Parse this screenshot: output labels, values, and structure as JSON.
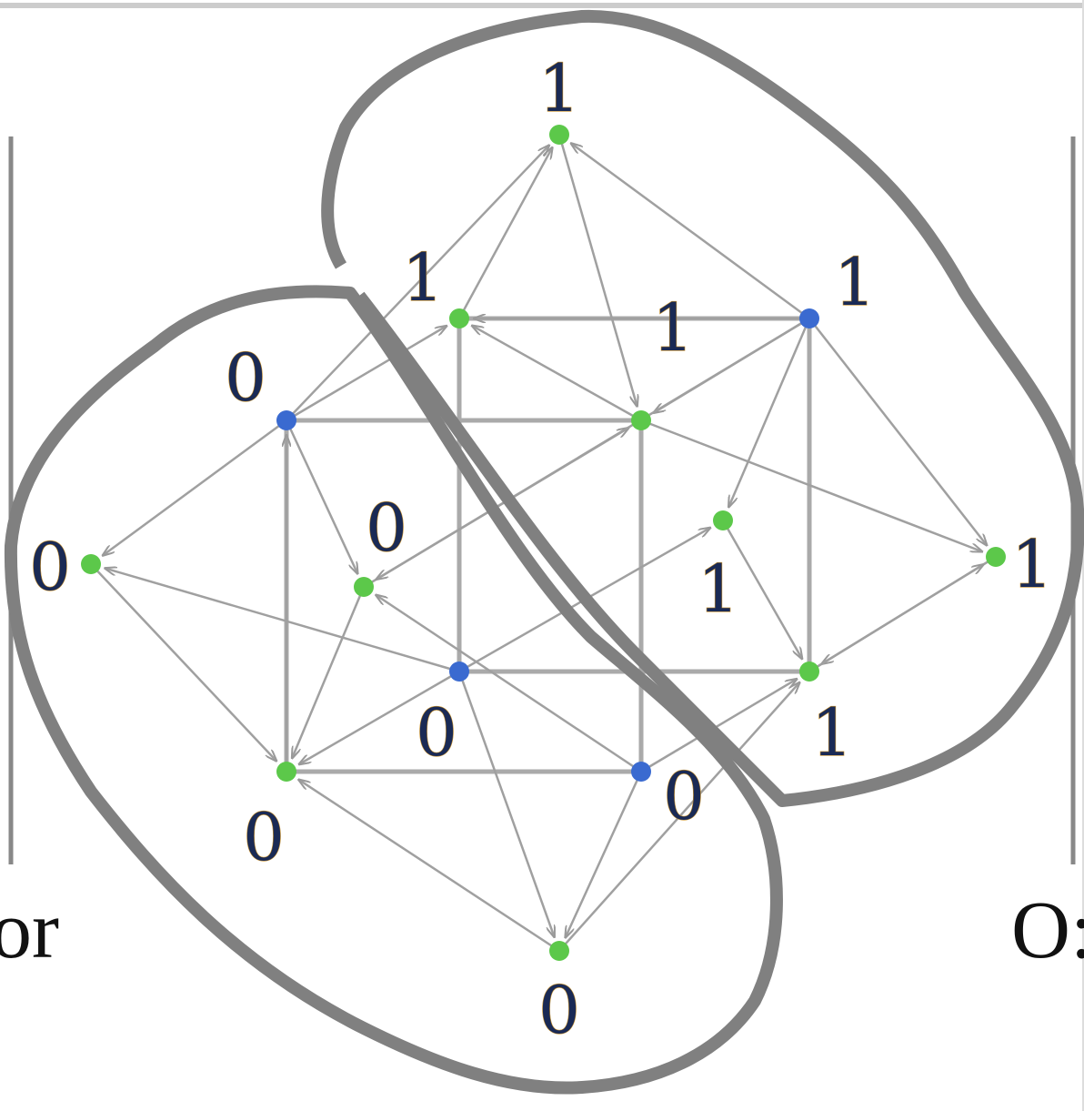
{
  "diagram": {
    "nodes": [
      {
        "id": "n1",
        "label": "1",
        "color": "green"
      },
      {
        "id": "n2",
        "label": "1",
        "color": "green"
      },
      {
        "id": "n3",
        "label": "1",
        "color": "blue"
      },
      {
        "id": "n4",
        "label": "0",
        "color": "blue"
      },
      {
        "id": "n5",
        "label": "1",
        "color": "green"
      },
      {
        "id": "n6",
        "label": "0",
        "color": "green"
      },
      {
        "id": "n7",
        "label": "0",
        "color": "green"
      },
      {
        "id": "n8",
        "label": "1",
        "color": "green"
      },
      {
        "id": "n9",
        "label": "1",
        "color": "green"
      },
      {
        "id": "n10",
        "label": "0",
        "color": "blue"
      },
      {
        "id": "n11",
        "label": "1",
        "color": "green"
      },
      {
        "id": "n12",
        "label": "0",
        "color": "green"
      },
      {
        "id": "n13",
        "label": "0",
        "color": "blue"
      },
      {
        "id": "n14",
        "label": "0",
        "color": "green"
      }
    ],
    "left_text": "or",
    "right_text": "O:",
    "colors": {
      "green": "#5cc84a",
      "blue": "#3a6ad0",
      "edge": "#9a9a9a",
      "blob": "#808080"
    }
  }
}
